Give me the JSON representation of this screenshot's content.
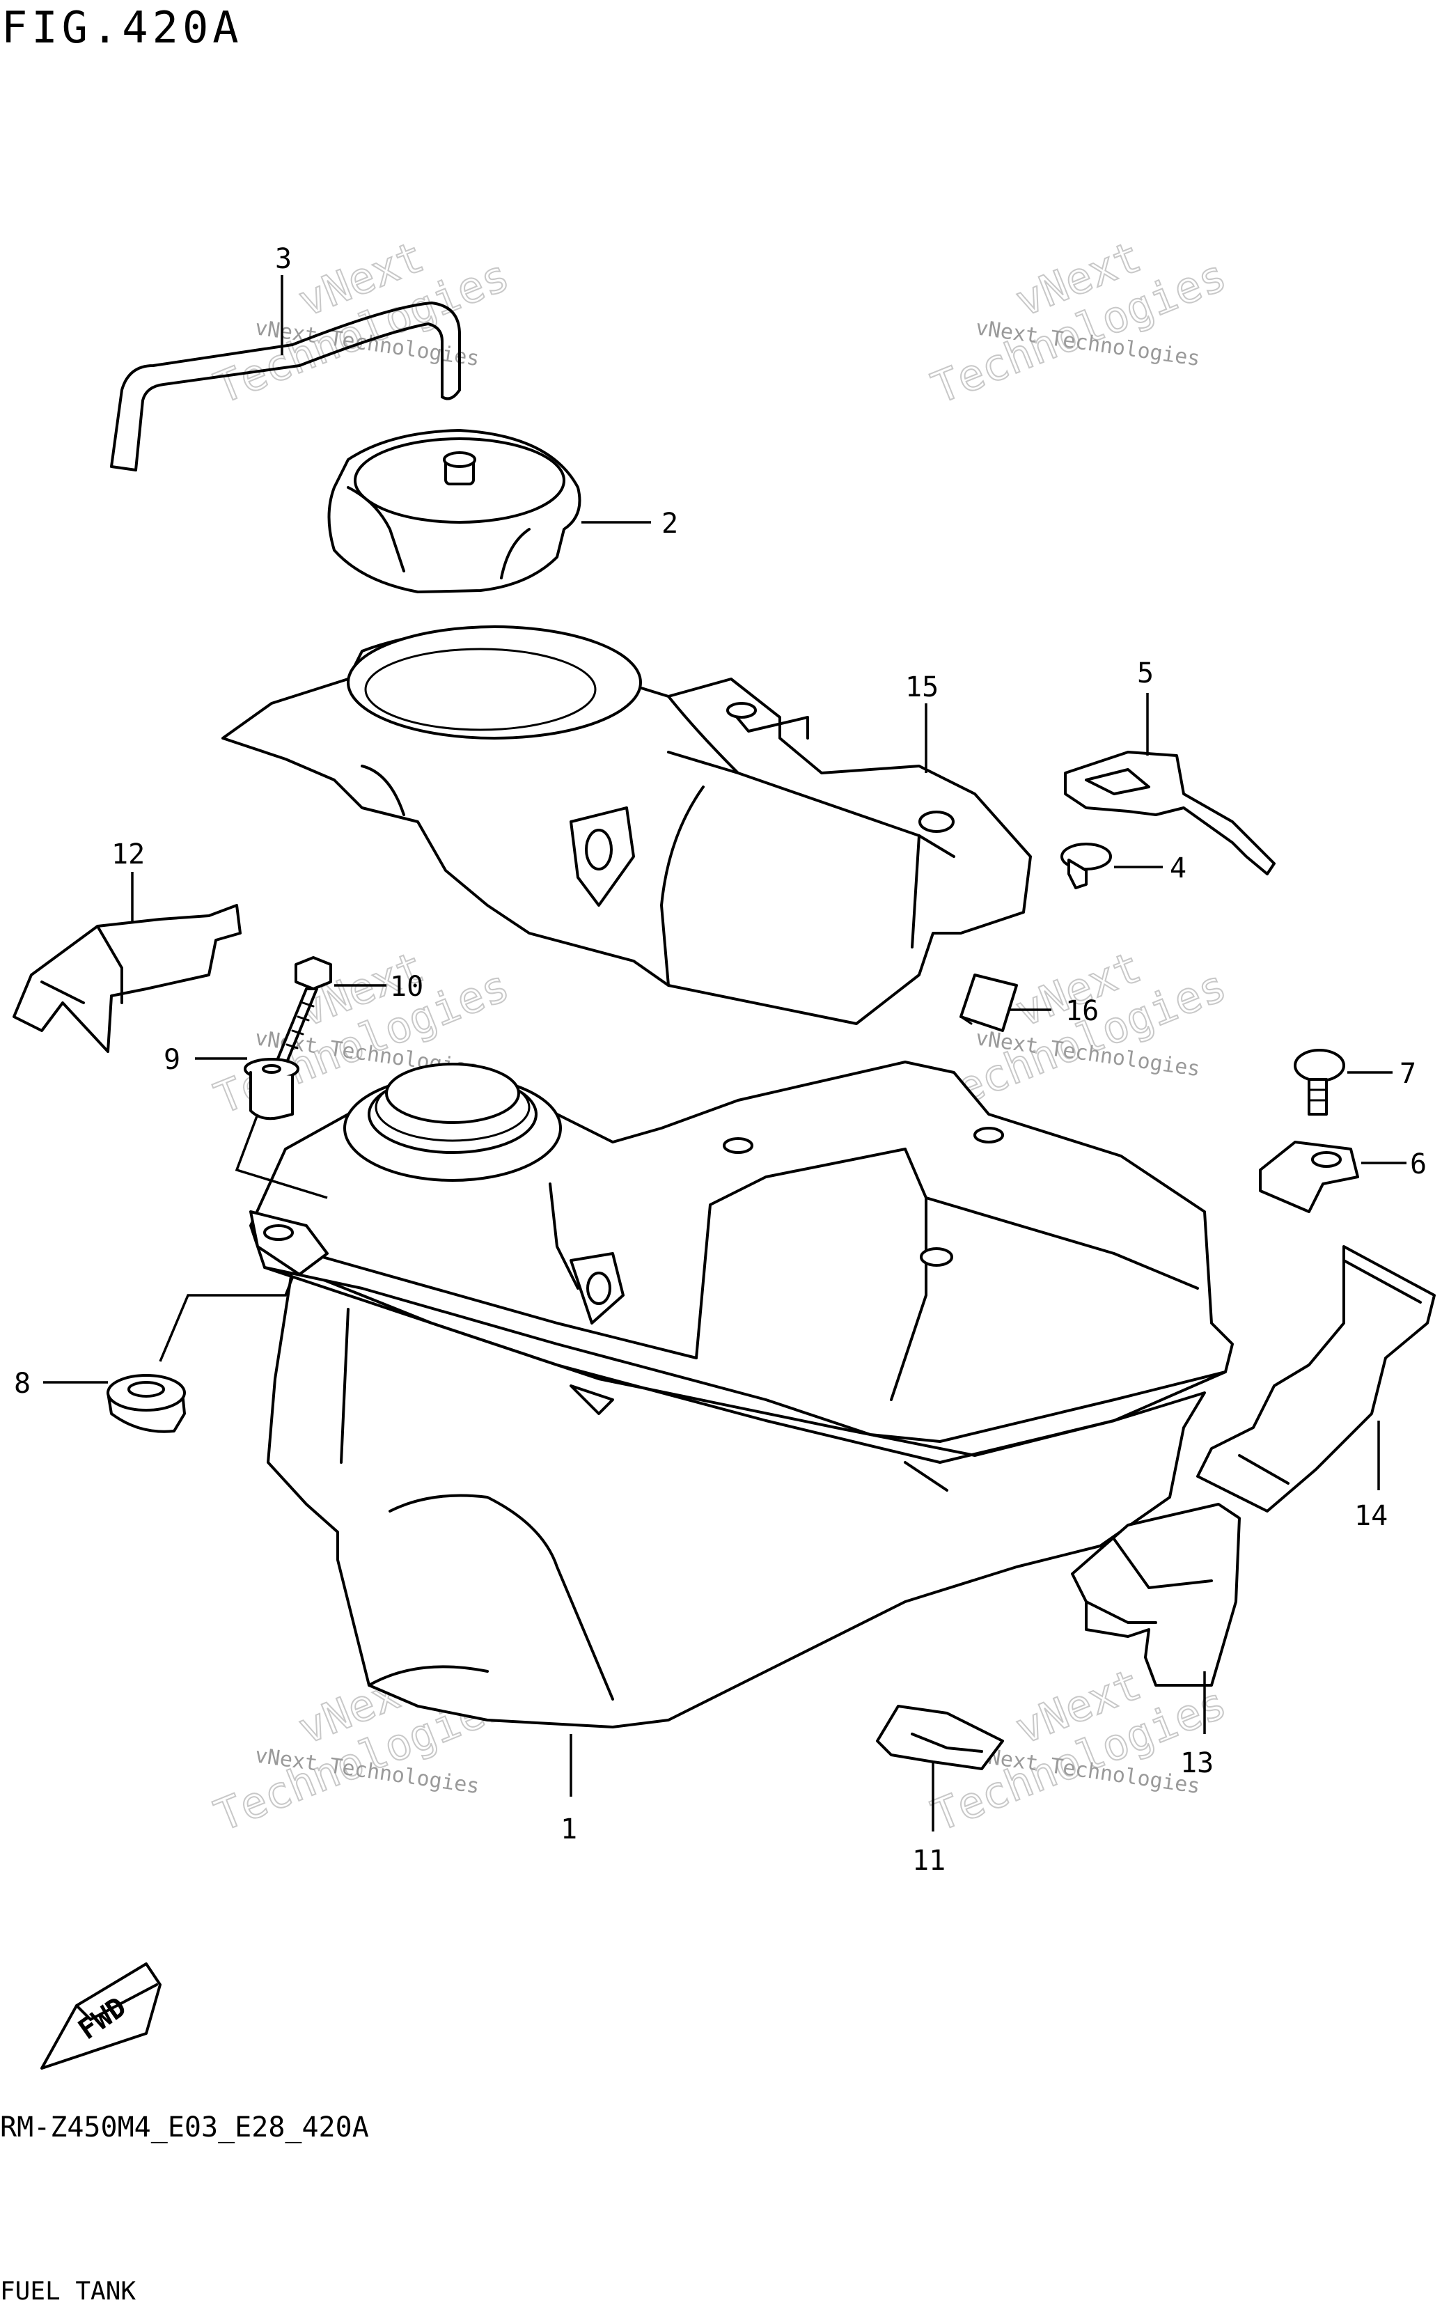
{
  "figure": {
    "title": "FIG.420A",
    "model_code": "RM-Z450M4_E03_E28_420A",
    "section_name": "FUEL TANK"
  },
  "callouts": [
    "1",
    "2",
    "3",
    "4",
    "5",
    "6",
    "7",
    "8",
    "9",
    "10",
    "11",
    "12",
    "13",
    "14",
    "15",
    "16"
  ],
  "watermark": {
    "line1": "vNext Technologies",
    "line2": "vNext",
    "line3": "Technologies"
  },
  "fwd_label": "FWD"
}
